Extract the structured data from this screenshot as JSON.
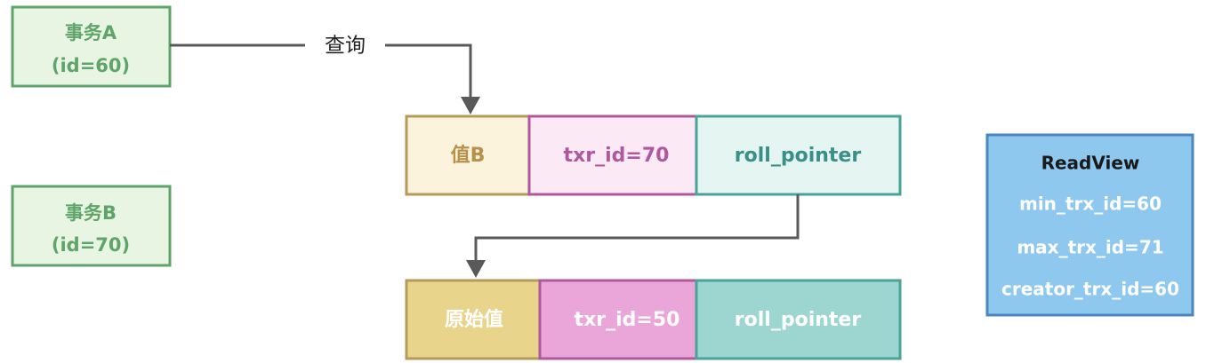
{
  "transactions": [
    {
      "name": "事务A",
      "id_label": "(id=60)"
    },
    {
      "name": "事务B",
      "id_label": "(id=70)"
    }
  ],
  "query_label": "查询",
  "current_record": {
    "value": "值B",
    "trx_id": "txr_id=70",
    "pointer": "roll_pointer"
  },
  "undo_record": {
    "value": "原始值",
    "trx_id": "txr_id=50",
    "pointer": "roll_pointer"
  },
  "read_view": {
    "title": "ReadView",
    "items": [
      "min_trx_id=60",
      "max_trx_id=71",
      "creator_trx_id=60"
    ]
  },
  "colors": {
    "tx_fill": "#e8f5e3",
    "tx_stroke": "#5fa46a",
    "tx_text": "#5fa46a",
    "line": "#595959",
    "current_value_fill": "#fbf3dc",
    "current_value_stroke": "#b89a58",
    "current_value_text": "#b8904a",
    "current_trx_fill": "#fbeaf5",
    "current_trx_stroke": "#b0589e",
    "current_trx_text": "#b0589e",
    "current_ptr_fill": "#e4f5f2",
    "current_ptr_stroke": "#4aa39a",
    "current_ptr_text": "#3a8f86",
    "undo_value_fill": "#e9d48c",
    "undo_value_stroke": "#b89a58",
    "undo_trx_fill": "#eaa6d8",
    "undo_trx_stroke": "#b0589e",
    "undo_ptr_fill": "#9dd6d1",
    "undo_ptr_stroke": "#4aa39a",
    "light_text": "#ffffff",
    "readview_fill": "#8fc8ee",
    "readview_stroke": "#4a86c0",
    "readview_title": "#1a1a1a"
  }
}
